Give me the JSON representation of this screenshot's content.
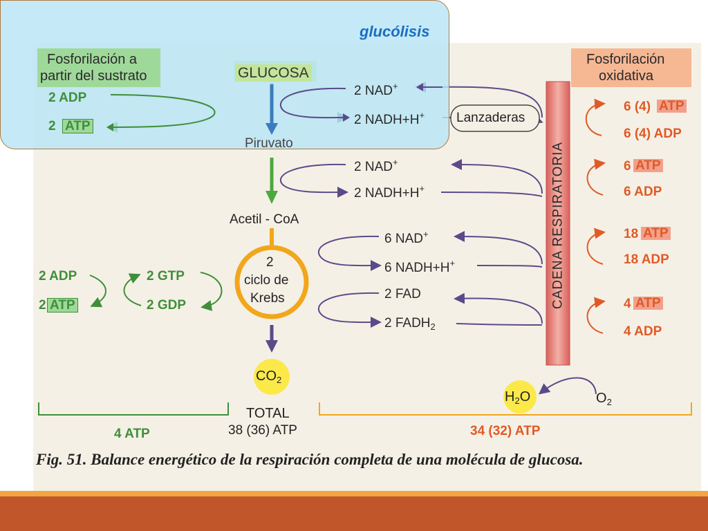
{
  "glycolysis_label": "glucólisis",
  "substrate_header": [
    "Fosforilación a",
    "partir del sustrato"
  ],
  "oxidative_header": [
    "Fosforilación",
    "oxidativa"
  ],
  "glucose": "GLUCOSA",
  "pyruvate": "Piruvato",
  "acetyl_coa": "Acetil - CoA",
  "krebs": [
    "2",
    "ciclo de",
    "Krebs"
  ],
  "co2": {
    "base": "CO",
    "sub": "2"
  },
  "h2o": {
    "a": "H",
    "sub": "2",
    "b": "O"
  },
  "o2": {
    "base": "O",
    "sub": "2"
  },
  "shuttles": "Lanzaderas",
  "chain_label": "CADENA   RESPIRATORIA",
  "glyco_substrate": {
    "adp": "2 ADP",
    "atp_num": "2",
    "atp": "ATP"
  },
  "krebs_substrate": {
    "adp": "2 ADP",
    "atp_num": "2",
    "atp": "ATP",
    "gtp": "2 GTP",
    "gdp": "2 GDP"
  },
  "carriers": [
    {
      "nad": "2 NAD",
      "nad_sup": "+",
      "nadh": "2 NADH+H",
      "nadh_sup": "+"
    },
    {
      "nad": "2 NAD",
      "nad_sup": "+",
      "nadh": "2 NADH+H",
      "nadh_sup": "+"
    },
    {
      "nad": "6 NAD",
      "nad_sup": "+",
      "nadh": "6 NADH+H",
      "nadh_sup": "+"
    }
  ],
  "fad": {
    "fad": "2 FAD",
    "fadh": "2 FADH",
    "fadh_sub": "2"
  },
  "oxidative_rows": [
    {
      "atp_num": "6 (4)",
      "atp": "ATP",
      "adp": "6 (4) ADP"
    },
    {
      "atp_num": "6",
      "atp": "ATP",
      "adp": "6 ADP"
    },
    {
      "atp_num": "18",
      "atp": "ATP",
      "adp": "18 ADP"
    },
    {
      "atp_num": "4",
      "atp": "ATP",
      "adp": "4 ADP"
    }
  ],
  "totals": {
    "substrate": "4 ATP",
    "total_label": "TOTAL",
    "total_value": "38 (36) ATP",
    "oxidative": "34 (32) ATP"
  },
  "caption": "Fig. 51. Balance energético de la respiración completa de una molécula de glucosa.",
  "colors": {
    "green": "#3f8f3a",
    "orange": "#e05a26",
    "purple": "#5b4a8a",
    "blue": "#3a7cc0",
    "yellow": "#f2a61c",
    "chain": "#e88a80"
  }
}
